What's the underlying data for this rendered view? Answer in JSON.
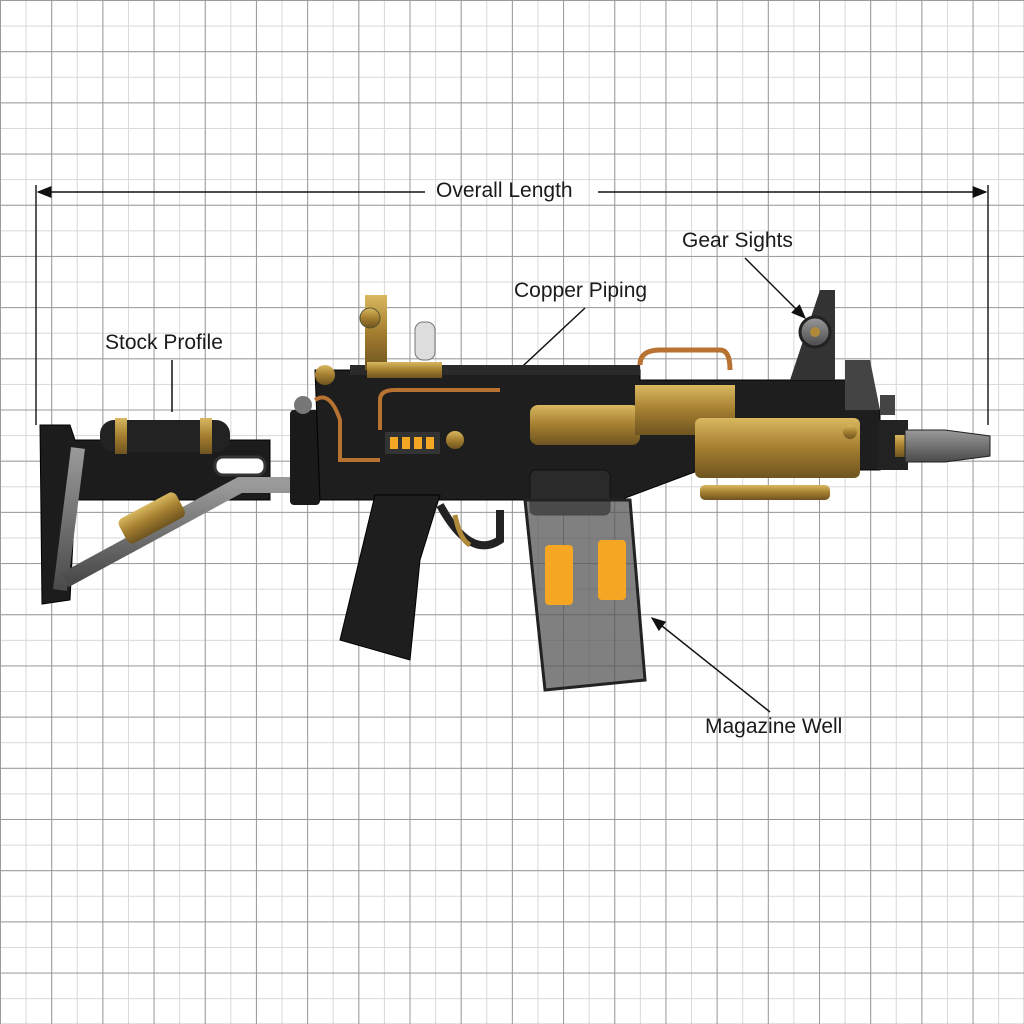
{
  "labels": {
    "overall_length": "Overall Length",
    "gear_sights": "Gear Sights",
    "copper_piping": "Copper Piping",
    "stock_profile": "Stock Profile",
    "magazine_well": "Magazine Well"
  },
  "colors": {
    "body": "#1c1c1c",
    "brass": "#b08a3a",
    "copper": "#b87333",
    "glow": "#f5a623",
    "steel": "#6b6b6b"
  }
}
